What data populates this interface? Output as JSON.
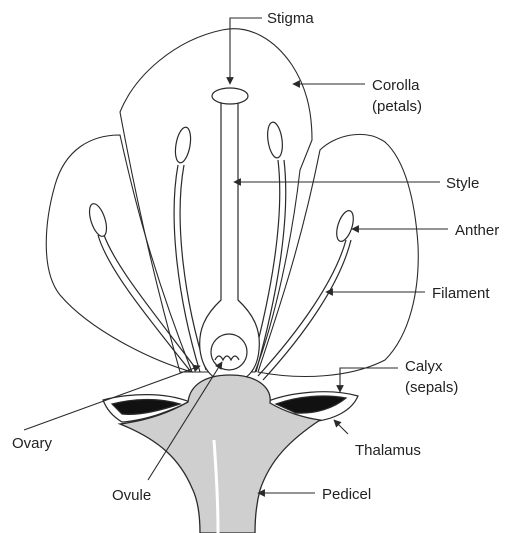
{
  "labels": {
    "stigma": "Stigma",
    "corolla": "Corolla",
    "corolla_sub": "(petals)",
    "style": "Style",
    "anther": "Anther",
    "filament": "Filament",
    "calyx": "Calyx",
    "calyx_sub": "(sepals)",
    "thalamus": "Thalamus",
    "ovary": "Ovary",
    "ovule": "Ovule",
    "pedicel": "Pedicel"
  },
  "colors": {
    "line": "#2a2a2a",
    "stem_fill": "#cfcfcf",
    "sepal_fill": "#111111",
    "background": "#ffffff"
  }
}
